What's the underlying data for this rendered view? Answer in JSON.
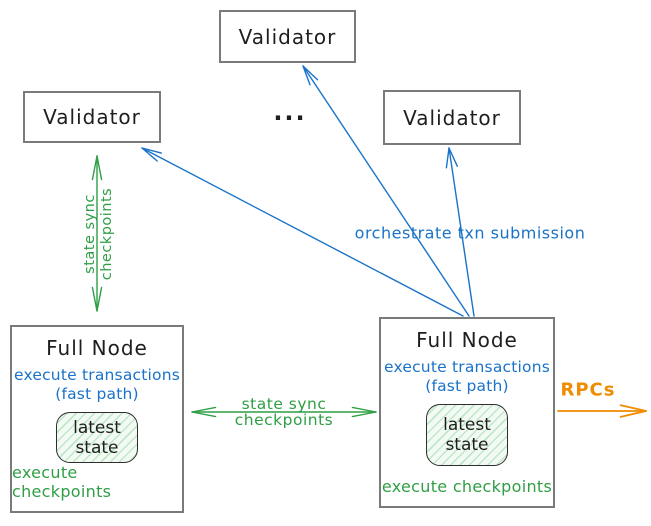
{
  "validators": {
    "top": "Validator",
    "left": "Validator",
    "right": "Validator",
    "ellipsis": "..."
  },
  "full_nodes": [
    {
      "title": "Full Node",
      "fast_path_line1": "execute transactions",
      "fast_path_line2": "(fast path)",
      "state_line1": "latest",
      "state_line2": "state",
      "footer": "execute checkpoints"
    },
    {
      "title": "Full Node",
      "fast_path_line1": "execute transactions",
      "fast_path_line2": "(fast path)",
      "state_line1": "latest",
      "state_line2": "state",
      "footer": "execute checkpoints"
    }
  ],
  "edge_labels": {
    "left_state_sync": {
      "line1": "state sync",
      "line2": "checkpoints"
    },
    "middle_state_sync": {
      "line1": "state sync",
      "line2": "checkpoints"
    },
    "orchestrate": "orchestrate txn submission",
    "rpcs": "RPCs"
  },
  "colors": {
    "ink": "#1e1e1e",
    "green": "#2f9e44",
    "blue": "#1a73c8",
    "orange": "#f08c00",
    "box_border": "#7a7a7a",
    "state_fill": "#f2faf3",
    "state_hatch": "#bfe8c6"
  }
}
